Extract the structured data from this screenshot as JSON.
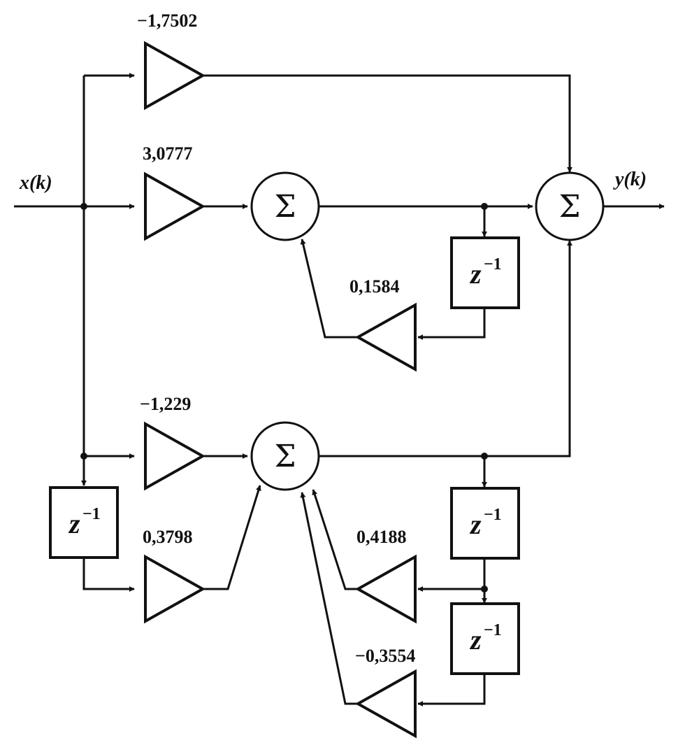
{
  "signals": {
    "input": "x(k)",
    "output": "y(k)"
  },
  "gains": {
    "g1": "−1,7502",
    "g2": "3,0777",
    "g3": "0,1584",
    "g4": "−1,229",
    "g5": "0,3798",
    "g6": "0,4188",
    "g7": "−0,3554"
  },
  "sum_symbol": "Σ",
  "delay": {
    "base": "z",
    "exponent": "−1"
  }
}
